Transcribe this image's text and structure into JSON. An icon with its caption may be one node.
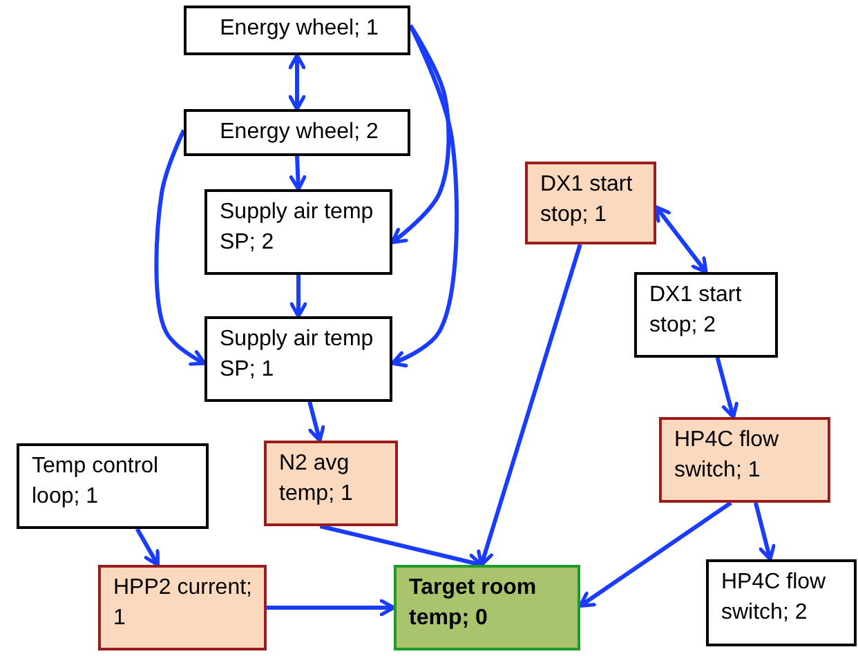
{
  "diagram": {
    "nodes": [
      {
        "text": [
          "Energy wheel; 1"
        ]
      },
      {
        "text": [
          "Energy wheel; 2"
        ]
      },
      {
        "text": [
          "Supply air temp SP; 2"
        ]
      },
      {
        "text": [
          "DX1 start stop; 1"
        ]
      },
      {
        "text": [
          "DX1 start stop; 2"
        ]
      },
      {
        "text": [
          "Supply air temp SP; 1"
        ]
      },
      {
        "text": [
          "Temp control loop; 1"
        ]
      },
      {
        "text": [
          "N2 avg temp; 1"
        ]
      },
      {
        "text": [
          "HP4C flow switch; 1"
        ]
      },
      {
        "text": [
          "HPP2 current; 1"
        ]
      },
      {
        "text": [
          "Target room temp; 0"
        ]
      },
      {
        "text": [
          "HP4C flow switch; 2"
        ]
      }
    ],
    "edges": [
      {
        "from": 0,
        "to": 1,
        "arrow": "both"
      },
      {
        "from": 1,
        "to": 2,
        "arrow": "to"
      },
      {
        "from": 0,
        "to": 2,
        "arrow": "to"
      },
      {
        "from": 0,
        "to": 5,
        "arrow": "to"
      },
      {
        "from": 1,
        "to": 5,
        "arrow": "to"
      },
      {
        "from": 2,
        "to": 5,
        "arrow": "to"
      },
      {
        "from": 5,
        "to": 7,
        "arrow": "to"
      },
      {
        "from": 3,
        "to": 4,
        "arrow": "both"
      },
      {
        "from": 4,
        "to": 8,
        "arrow": "to"
      },
      {
        "from": 3,
        "to": 10,
        "arrow": "to"
      },
      {
        "from": 7,
        "to": 10,
        "arrow": "to"
      },
      {
        "from": 6,
        "to": 9,
        "arrow": "to"
      },
      {
        "from": 9,
        "to": 10,
        "arrow": "to"
      },
      {
        "from": 8,
        "to": 10,
        "arrow": "to"
      },
      {
        "from": 8,
        "to": 11,
        "arrow": "to"
      }
    ]
  }
}
